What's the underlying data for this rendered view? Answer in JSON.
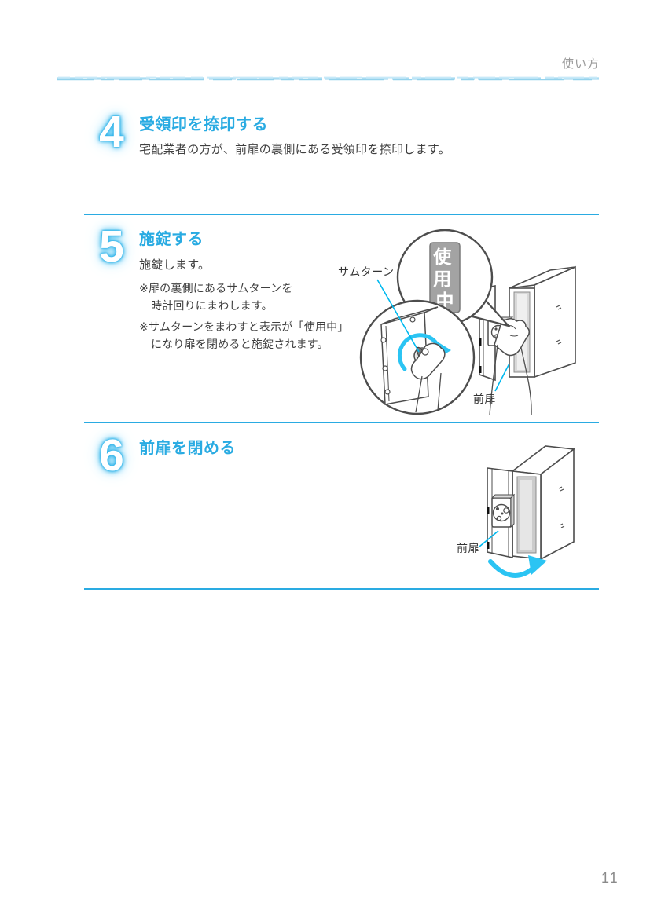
{
  "header": {
    "label": "使い方"
  },
  "colors": {
    "accent": "#29abe2",
    "leader_line": "#00b9ef",
    "arrow_cyan": "#2bc4f3",
    "sign_gray": "#a3a3a3"
  },
  "steps": [
    {
      "number": "4",
      "title": "受領印を捺印する",
      "body": "宅配業者の方が、前扉の裏側にある受領印を捺印します。"
    },
    {
      "number": "5",
      "title": "施錠する",
      "body": "施錠します。",
      "notes": [
        {
          "marker": "※",
          "line1": "扉の裏側にあるサムターンを",
          "line2": "時計回りにまわします。"
        },
        {
          "marker": "※",
          "line1": "サムターンをまわすと表示が「使用中」",
          "line2": "になり扉を閉めると施錠されます。"
        }
      ],
      "illustration": {
        "thumbturn_label": "サムターン",
        "door_label": "前扉",
        "sign_chars": [
          "使",
          "用",
          "中"
        ]
      }
    },
    {
      "number": "6",
      "title": "前扉を閉める",
      "illustration": {
        "door_label": "前扉"
      }
    }
  ],
  "footer": {
    "page_number": "11"
  }
}
